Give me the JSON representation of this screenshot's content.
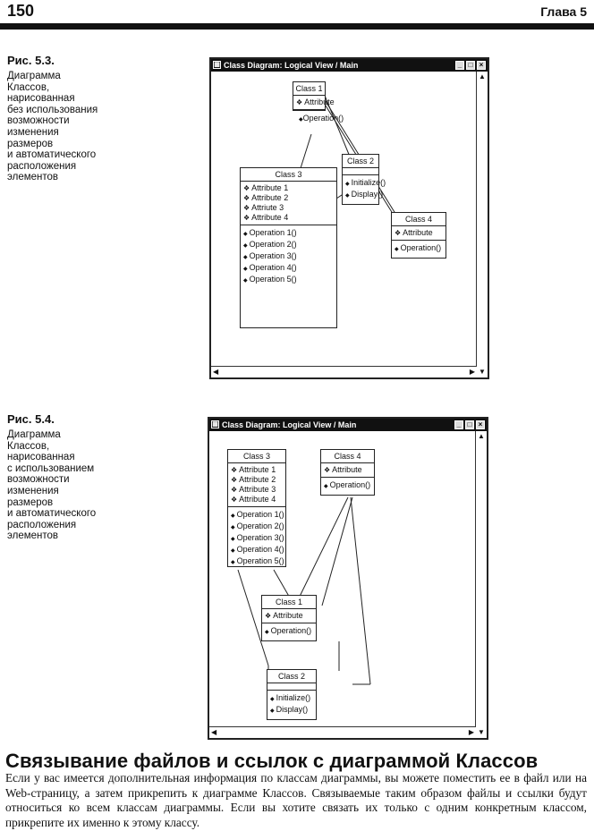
{
  "header": {
    "page_number": "150",
    "chapter": "Глава 5"
  },
  "figures": [
    {
      "number": "Рис. 5.3.",
      "caption": [
        "Диаграмма",
        "Классов,",
        "нарисованная",
        "без использования",
        "возможности",
        "изменения",
        "размеров",
        "и автоматического",
        "расположения",
        "элементов"
      ],
      "window": {
        "title": "Class Diagram: Logical View / Main",
        "buttons": [
          "_",
          "□",
          "×"
        ],
        "classes": [
          {
            "name": "Class 1",
            "attributes": [
              "Attribute"
            ],
            "operations": [
              "Operation()"
            ]
          },
          {
            "name": "Class 2",
            "attributes": [],
            "operations": [
              "Initialize()",
              "Display()"
            ]
          },
          {
            "name": "Class 3",
            "attributes": [
              "Attribute 1",
              "Attribute 2",
              "Attriute 3",
              "Attribute 4"
            ],
            "operations": [
              "Operation 1()",
              "Operation 2()",
              "Operation 3()",
              "Operation 4()",
              "Operation 5()"
            ]
          },
          {
            "name": "Class 4",
            "attributes": [
              "Attribute"
            ],
            "operations": [
              "Operation()"
            ]
          }
        ]
      }
    },
    {
      "number": "Рис. 5.4.",
      "caption": [
        "Диаграмма",
        "Классов,",
        "нарисованная",
        "с использованием",
        "возможности",
        "изменения",
        "размеров",
        "и автоматического",
        "расположения",
        "элементов"
      ],
      "window": {
        "title": "Class Diagram: Logical View / Main",
        "buttons": [
          "_",
          "□",
          "×"
        ],
        "classes": [
          {
            "name": "Class 3",
            "attributes": [
              "Attribute 1",
              "Attribute 2",
              "Attribute 3",
              "Attribute 4"
            ],
            "operations": [
              "Operation 1()",
              "Operation 2()",
              "Operation 3()",
              "Operation 4()",
              "Operation 5()"
            ]
          },
          {
            "name": "Class 4",
            "attributes": [
              "Attribute"
            ],
            "operations": [
              "Operation()"
            ]
          },
          {
            "name": "Class 1",
            "attributes": [
              "Attribute"
            ],
            "operations": [
              "Operation()"
            ]
          },
          {
            "name": "Class 2",
            "attributes": [],
            "operations": [
              "Initialize()",
              "Display()"
            ]
          }
        ]
      }
    }
  ],
  "section": {
    "title": "Связывание файлов и ссылок с диаграммой Классов",
    "body": "Если у вас имеется дополнительная информация по классам диаграммы, вы можете поместить ее в файл или на Web-страницу, а затем прикрепить к диаграмме Классов. Связываемые таким образом файлы и ссылки будут относиться ко всем классам диаграммы. Если вы хотите связать их только с одним конкретным классом, прикрепите их именно к этому классу."
  }
}
